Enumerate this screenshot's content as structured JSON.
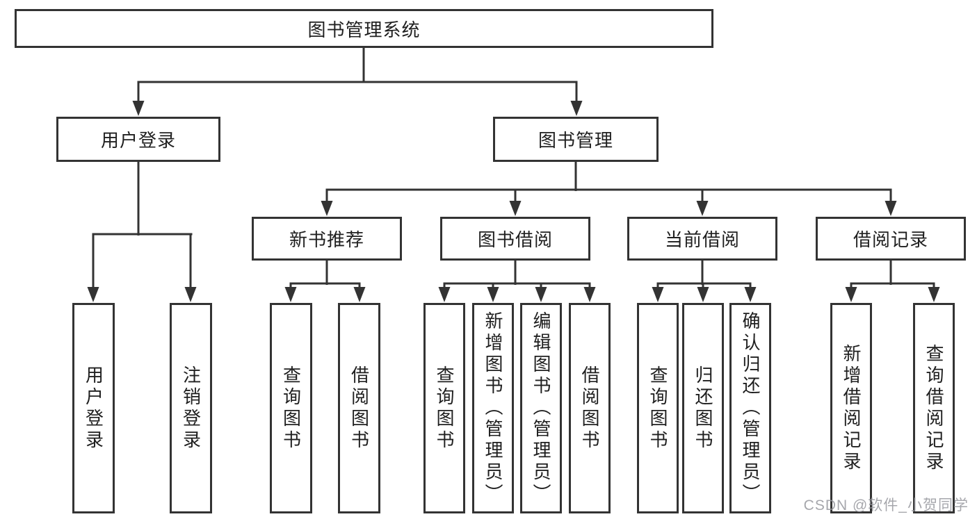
{
  "colors": {
    "line": "#333333",
    "text": "#1f1f1f",
    "background": "#ffffff",
    "watermark": "#96989d"
  },
  "tree": {
    "root": {
      "label": "图书管理系统",
      "children": [
        {
          "label": "用户登录",
          "children": [
            {
              "label": "用户登录"
            },
            {
              "label": "注销登录"
            }
          ]
        },
        {
          "label": "图书管理",
          "children": [
            {
              "label": "新书推荐",
              "children": [
                {
                  "label": "查询图书"
                },
                {
                  "label": "借阅图书"
                }
              ]
            },
            {
              "label": "图书借阅",
              "children": [
                {
                  "label": "查询图书"
                },
                {
                  "label": "新增图书（管理员）"
                },
                {
                  "label": "编辑图书（管理员）"
                },
                {
                  "label": "借阅图书"
                }
              ]
            },
            {
              "label": "当前借阅",
              "children": [
                {
                  "label": "查询图书"
                },
                {
                  "label": "归还图书"
                },
                {
                  "label": "确认归还（管理员）"
                }
              ]
            },
            {
              "label": "借阅记录",
              "children": [
                {
                  "label": "新增借阅记录"
                },
                {
                  "label": "查询借阅记录"
                }
              ]
            }
          ]
        }
      ]
    }
  },
  "watermark": {
    "text": "CSDN @软件_小贺同学"
  }
}
